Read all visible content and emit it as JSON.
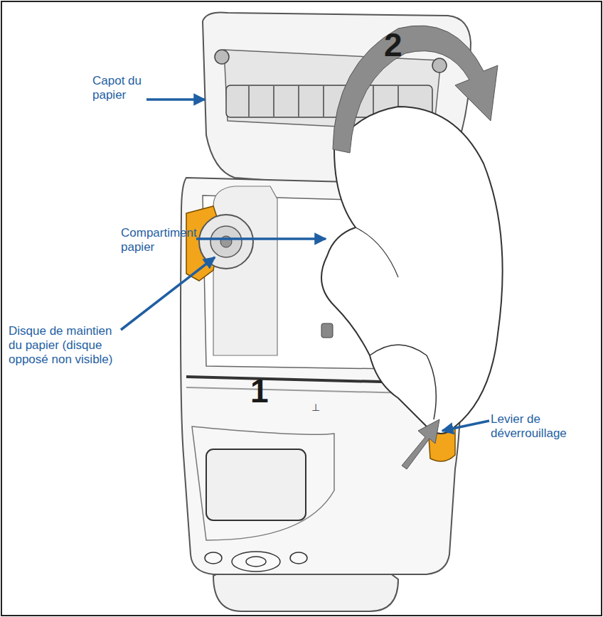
{
  "diagram": {
    "labels": [
      "Capot du papier",
      "2",
      "Compartiment papier",
      "Disque de maintien du papier (disque opposé non visible)",
      "1",
      "Levier de déverrouillage"
    ]
  }
}
